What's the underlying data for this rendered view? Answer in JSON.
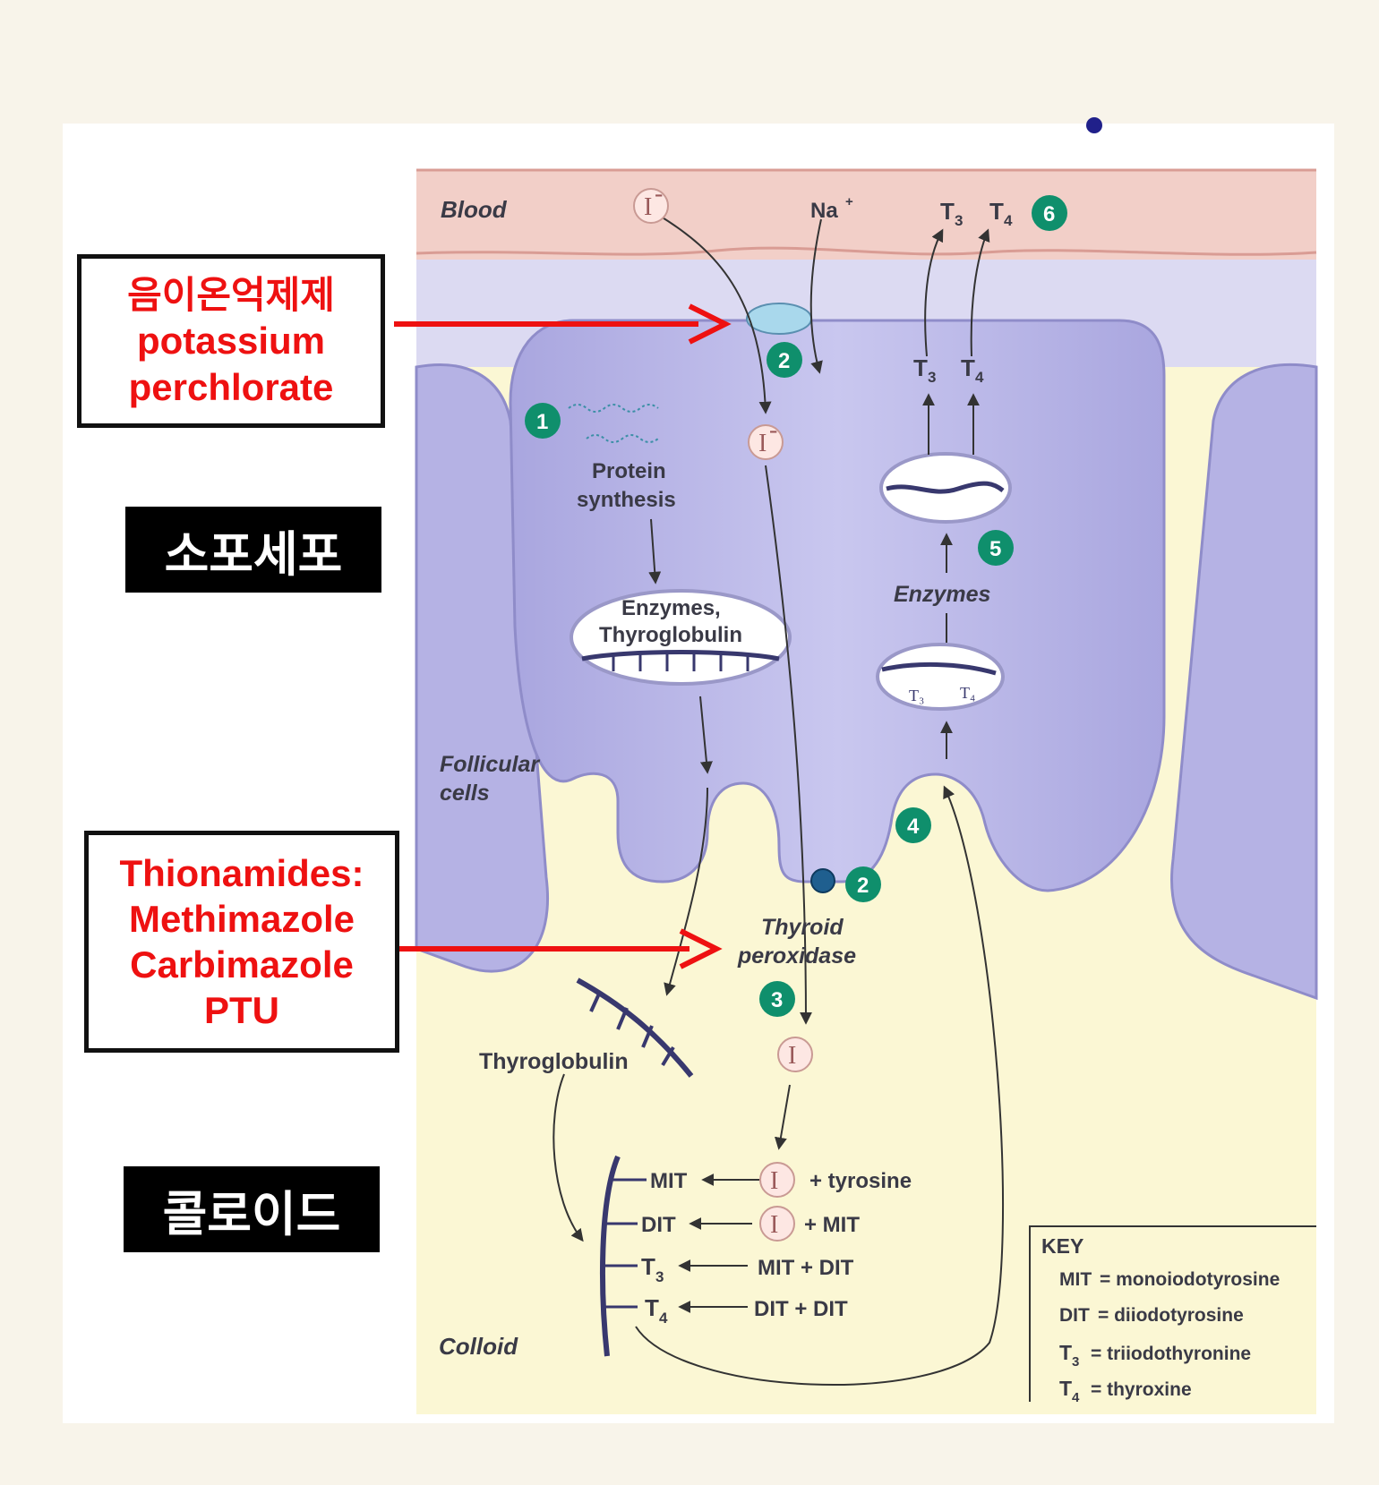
{
  "callouts": {
    "anion_inhibitor": {
      "line1": "음이온억제제",
      "line2": "potassium",
      "line3": "perchlorate"
    },
    "thionamides": {
      "line1": "Thionamides:",
      "line2": "Methimazole",
      "line3": "Carbimazole",
      "line4": "PTU"
    }
  },
  "tags": {
    "follicular_cell": "소포세포",
    "colloid": "콜로이드"
  },
  "diagram": {
    "blood": "Blood",
    "iodide": "I",
    "iodide_sup": "-",
    "sodium": "Na",
    "sodium_sup": "+",
    "t3": "T",
    "t3_sub": "3",
    "t4": "T",
    "t4_sub": "4",
    "protein_synthesis_1": "Protein",
    "protein_synthesis_2": "synthesis",
    "enzymes_thyroglobulin_1": "Enzymes,",
    "enzymes_thyroglobulin_2": "Thyroglobulin",
    "enzymes": "Enzymes",
    "follicular_cells_1": "Follicular",
    "follicular_cells_2": "cells",
    "thyroid_peroxidase_1": "Thyroid",
    "thyroid_peroxidase_2": "peroxidase",
    "thyroglobulin": "Thyroglobulin",
    "colloid": "Colloid",
    "iodine": "I",
    "steps": [
      "1",
      "2",
      "2",
      "3",
      "4",
      "5",
      "6"
    ],
    "reactions": [
      {
        "product": "MIT",
        "reactant_tail": "+ tyrosine"
      },
      {
        "product": "DIT",
        "reactant_tail": "+ MIT"
      },
      {
        "product": "T",
        "product_sub": "3",
        "reactants": "MIT + DIT"
      },
      {
        "product": "T",
        "product_sub": "4",
        "reactants": "DIT + DIT"
      }
    ],
    "key": {
      "title": "KEY",
      "entries": [
        {
          "abbr": "MIT",
          "def": "= monoiodotyrosine"
        },
        {
          "abbr": "DIT",
          "def": "= diiodotyrosine"
        },
        {
          "abbr": "T",
          "sub": "3",
          "def": "= triiodothyronine"
        },
        {
          "abbr": "T",
          "sub": "4",
          "def": "= thyroxine"
        }
      ]
    }
  },
  "colors": {
    "blood": "#f2cfc8",
    "cell": "#bfbde8",
    "cell_shadow": "#8f8cc9",
    "colloid": "#fbf7d4",
    "step_circle": "#0f8f6c",
    "arrow_red": "#ee1111",
    "strand": "#38386e"
  }
}
